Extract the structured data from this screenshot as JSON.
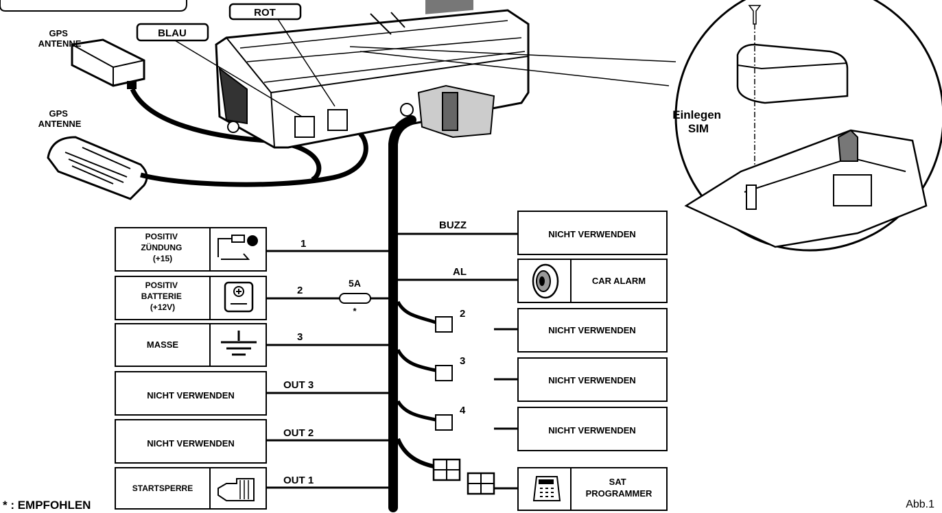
{
  "tags": {
    "rot": "ROT",
    "blau": "BLAU"
  },
  "gps": {
    "antenna1": [
      "GPS",
      "ANTENNE"
    ],
    "antenna2": [
      "GPS",
      "ANTENNE"
    ]
  },
  "sim": {
    "label": [
      "Einlegen",
      "SIM"
    ]
  },
  "left_boxes": [
    {
      "lines": [
        "POSITIV",
        "ZÜNDUNG",
        "(+15)"
      ],
      "icon": "ignition-key-icon",
      "wire": "1"
    },
    {
      "lines": [
        "POSITIV",
        "BATTERIE",
        "(+12V)"
      ],
      "icon": "battery-icon",
      "wire": "2"
    },
    {
      "lines": [
        "MASSE"
      ],
      "icon": "ground-icon",
      "wire": "3"
    },
    {
      "lines": [
        "NICHT VERWENDEN"
      ],
      "icon": "",
      "wire": "OUT 3"
    },
    {
      "lines": [
        "NICHT VERWENDEN"
      ],
      "icon": "",
      "wire": "OUT 2"
    },
    {
      "lines": [
        "STARTSPERRE"
      ],
      "icon": "starter-motor-icon",
      "wire": "OUT 1"
    }
  ],
  "fuse": {
    "rating": "5A",
    "note": "*"
  },
  "right_boxes": [
    {
      "lines": [
        "NICHT VERWENDEN"
      ],
      "wire": "BUZZ"
    },
    {
      "lines": [
        "CAR ALARM"
      ],
      "wire": "AL",
      "icon": "siren-icon"
    },
    {
      "lines": [
        "NICHT VERWENDEN"
      ],
      "wire": "2"
    },
    {
      "lines": [
        "NICHT VERWENDEN"
      ],
      "wire": "3"
    },
    {
      "lines": [
        "NICHT VERWENDEN"
      ],
      "wire": "4"
    },
    {
      "lines": [
        "SAT",
        "PROGRAMMER"
      ],
      "wire": "",
      "icon": "programmer-icon"
    }
  ],
  "footnote": "* : EMPFOHLEN",
  "figure_label": "Abb.1"
}
